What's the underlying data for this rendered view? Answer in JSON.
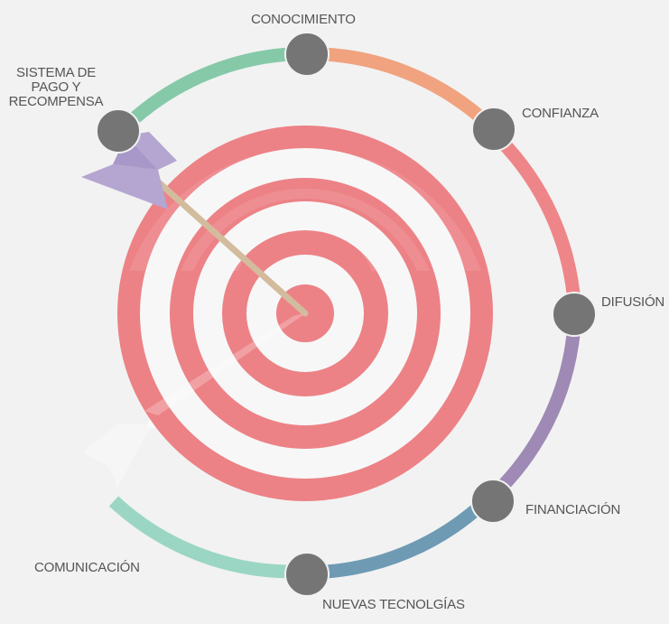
{
  "stages": [
    {
      "id": "conocimiento",
      "label": "CONOCIMIENTO",
      "color": "#f0a37e"
    },
    {
      "id": "confianza",
      "label": "CONFIANZA",
      "color": "#ee8588"
    },
    {
      "id": "difusion",
      "label": "DIFUSIÓN",
      "color": "#9e8ab5"
    },
    {
      "id": "financiacion",
      "label": "FINANCIACIÓN",
      "color": "#6e9ab4"
    },
    {
      "id": "nuevas-tecnologias",
      "label": "NUEVAS TECNOLGÍAS",
      "color": "#9ad6c3"
    },
    {
      "id": "comunicacion",
      "label": "COMUNICACIÓN",
      "color": "#9ad6c3"
    },
    {
      "id": "sistema",
      "label_lines": [
        "SISTEMA DE",
        "PAGO Y",
        "RECOMPENSA"
      ],
      "color": "#85c9a9"
    }
  ],
  "colors": {
    "background": "#f2f2f2",
    "target_red": "#ec8286",
    "target_white": "#f7f7f7",
    "node": "#757575",
    "arrow_shaft": "#d3bb9e",
    "arrow_fletching": "#b4a6d1",
    "label_text": "#555555"
  }
}
